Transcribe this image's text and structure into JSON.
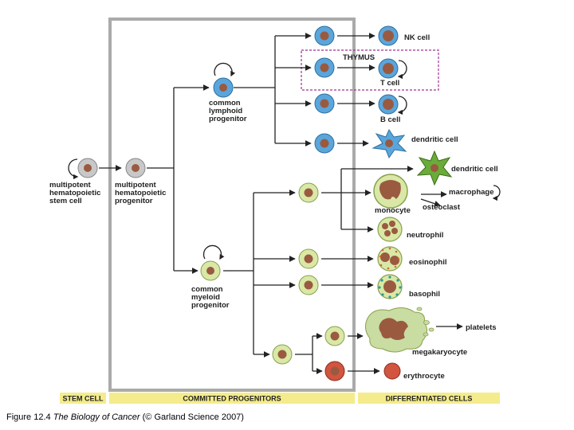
{
  "labels": {
    "stem_cell": [
      "multipotent",
      "hematopoietic",
      "stem cell"
    ],
    "mpp": [
      "multipotent",
      "hematopoietic",
      "progenitor"
    ],
    "clp": [
      "common",
      "lymphoid",
      "progenitor"
    ],
    "cmp": [
      "common",
      "myeloid",
      "progenitor"
    ],
    "thymus": "THYMUS",
    "nk_cell": "NK cell",
    "t_cell": "T cell",
    "b_cell": "B cell",
    "dendritic_lymphoid": "dendritic cell",
    "dendritic_myeloid": "dendritic cell",
    "macrophage": "macrophage",
    "monocyte": "monocyte",
    "osteoclast": "osteoclast",
    "neutrophil": "neutrophil",
    "eosinophil": "eosinophil",
    "basophil": "basophil",
    "platelets": "platelets",
    "megakaryocyte": "megakaryocyte",
    "erythrocyte": "erythrocyte"
  },
  "bands": {
    "stem": "STEM CELL",
    "committed": "COMMITTED PROGENITORS",
    "differentiated": "DIFFERENTIATED CELLS"
  },
  "caption": {
    "prefix": "Figure 12.4",
    "title": "The Biology of Cancer",
    "suffix": "(© Garland Science 2007)"
  },
  "colors": {
    "lymphoid_blue": "#5aa6dc",
    "myeloid_green": "#d9e8a6",
    "nucleus_brown": "#9a5a40",
    "grey_cell": "#c8c8c8",
    "band_yellow": "#f4ec8c",
    "thymus_border": "#a03090",
    "box_grey": "#aaaaaa",
    "erythro_red": "#d2553f",
    "dendritic_green": "#6aab3a",
    "megakaryocyte_green": "#c9dca2"
  }
}
